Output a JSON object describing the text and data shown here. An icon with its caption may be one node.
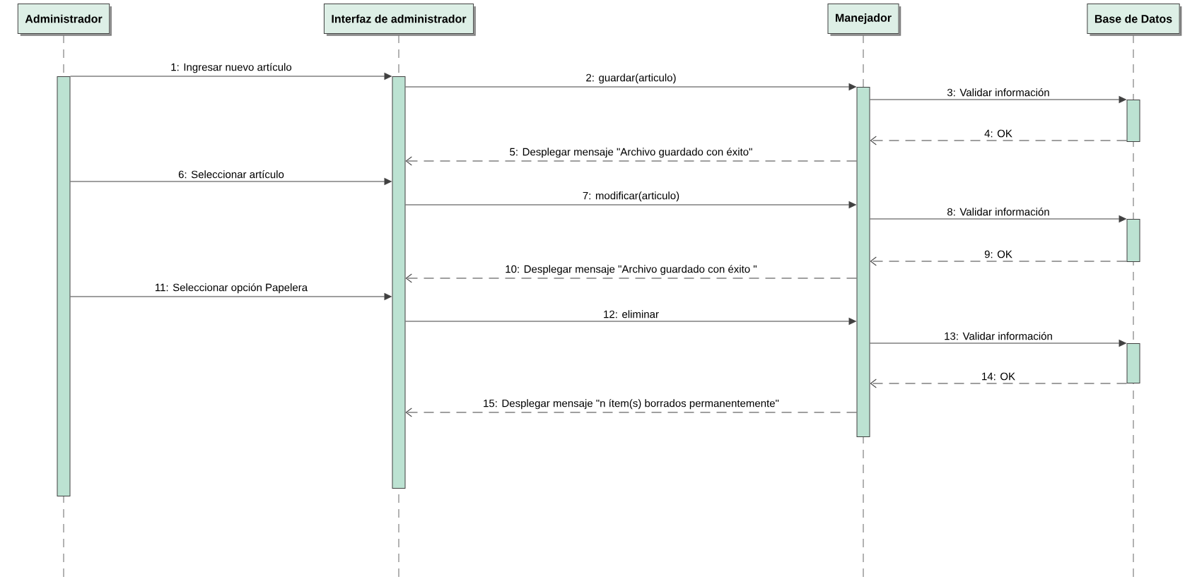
{
  "diagram": {
    "nodes": [
      {
        "text": [
          "Administrador"
        ]
      },
      {
        "text": [
          "Interfaz de administrador"
        ]
      },
      {
        "text": [
          "Manejador"
        ]
      },
      {
        "text": [
          "Base de Datos"
        ]
      },
      {
        "text": [],
        "shape": "bar"
      },
      {
        "text": [],
        "shape": "bar"
      },
      {
        "text": [],
        "shape": "bar"
      },
      {
        "text": [],
        "shape": "bar"
      },
      {
        "text": [],
        "shape": "bar"
      },
      {
        "text": [],
        "shape": "bar"
      }
    ],
    "edges": [
      {
        "from": 4,
        "to": 5,
        "arrow": "to",
        "label": "1: Ingresar nuevo artículo"
      },
      {
        "from": 5,
        "to": 6,
        "arrow": "to",
        "label": "2: guardar(articulo)"
      },
      {
        "from": 6,
        "to": 7,
        "arrow": "to",
        "label": "3: Validar información"
      },
      {
        "from": 7,
        "to": 6,
        "arrow": "to",
        "style": "dashed",
        "label": "4: OK"
      },
      {
        "from": 6,
        "to": 5,
        "arrow": "to",
        "style": "dashed",
        "label": "5: Desplegar mensaje \"Archivo guardado con éxito\""
      },
      {
        "from": 4,
        "to": 5,
        "arrow": "to",
        "label": "6: Seleccionar artículo"
      },
      {
        "from": 5,
        "to": 6,
        "arrow": "to",
        "label": "7: modificar(articulo)"
      },
      {
        "from": 6,
        "to": 8,
        "arrow": "to",
        "label": "8: Validar información"
      },
      {
        "from": 8,
        "to": 6,
        "arrow": "to",
        "style": "dashed",
        "label": "9: OK"
      },
      {
        "from": 6,
        "to": 5,
        "arrow": "to",
        "style": "dashed",
        "label": "10: Desplegar mensaje \"Archivo guardado con éxito \""
      },
      {
        "from": 4,
        "to": 5,
        "arrow": "to",
        "label": "11: Seleccionar opción Papelera"
      },
      {
        "from": 5,
        "to": 6,
        "arrow": "to",
        "label": "12: eliminar"
      },
      {
        "from": 6,
        "to": 9,
        "arrow": "to",
        "label": "13: Validar información"
      },
      {
        "from": 9,
        "to": 6,
        "arrow": "to",
        "style": "dashed",
        "label": "14: OK"
      },
      {
        "from": 6,
        "to": 5,
        "arrow": "to",
        "style": "dashed",
        "label": "15: Desplegar mensaje \"n ítem(s) borrados permanentemente\""
      }
    ]
  }
}
